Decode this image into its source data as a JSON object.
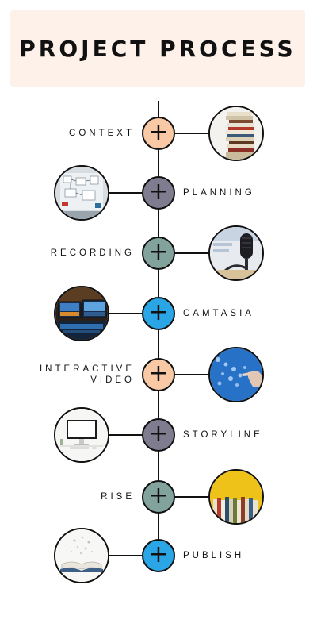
{
  "title": "PROJECT PROCESS",
  "colors": {
    "banner_bg": "#fdf1ea",
    "peach": "#f9c9a6",
    "slate": "#7f7c8f",
    "sage": "#81a39c",
    "blue": "#2aa5e6",
    "line": "#111111"
  },
  "steps": [
    {
      "label": "CONTEXT",
      "label_side": "left",
      "node_color": "peach",
      "image": "stacked-books-photo"
    },
    {
      "label": "PLANNING",
      "label_side": "right",
      "node_color": "slate",
      "image": "whiteboard-planning-photo"
    },
    {
      "label": "RECORDING",
      "label_side": "left",
      "node_color": "sage",
      "image": "microphone-photo"
    },
    {
      "label": "CAMTASIA",
      "label_side": "right",
      "node_color": "blue",
      "image": "video-editing-monitors-photo"
    },
    {
      "label": "INTERACTIVE\nVIDEO",
      "label_side": "left",
      "node_color": "peach",
      "image": "touchscreen-hand-photo"
    },
    {
      "label": "STORYLINE",
      "label_side": "right",
      "node_color": "slate",
      "image": "desktop-computer-photo"
    },
    {
      "label": "RISE",
      "label_side": "left",
      "node_color": "sage",
      "image": "books-on-yellow-photo"
    },
    {
      "label": "PUBLISH",
      "label_side": "right",
      "node_color": "blue",
      "image": "open-book-photo"
    }
  ]
}
